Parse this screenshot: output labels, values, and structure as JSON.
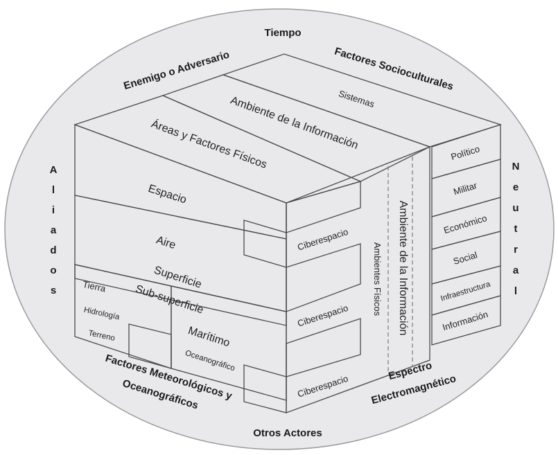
{
  "ring": {
    "top": "Tiempo",
    "bottom": "Otros Actores",
    "upper_left": "Enemigo o Adversario",
    "upper_right": "Factores Socioculturales",
    "lower_left_1": "Factores Meteorológicos y",
    "lower_left_2": "Oceanográficos",
    "lower_right_1": "Espectro",
    "lower_right_2": "Electromagnético",
    "left_vertical": [
      "A",
      "l",
      "i",
      "a",
      "d",
      "o",
      "s"
    ],
    "right_vertical": [
      "N",
      "e",
      "u",
      "t",
      "r",
      "a",
      "l"
    ]
  },
  "top_face": {
    "sistemas": "Sistemas",
    "ambiente_info": "Ambiente de la Información",
    "areas": "Áreas y Factores Físicos"
  },
  "front_face": {
    "espacio": "Espacio",
    "aire": "Aire",
    "superficie": "Superficie",
    "tierra": "Tierra",
    "sub_superficie": "Sub-superficie",
    "hidrologia": "Hidrología",
    "terreno": "Terreno",
    "maritimo": "Marítimo",
    "oceanografico": "Oceanográfico"
  },
  "side_face": {
    "ciberespacio": [
      "Ciberespacio",
      "Ciberespacio",
      "Ciberespacio"
    ],
    "ambientes_fisicos": "Ambientes Físicos",
    "ambiente_info_vertical": "Ambiente de la Información"
  },
  "systems": [
    "Político",
    "Militar",
    "Económico",
    "Social",
    "Infraestructura",
    "Información"
  ],
  "colors": {
    "ellipse_fill": "#e9e9ec",
    "ellipse_stroke": "#9a9aa0",
    "gray_face": "#d3d4da",
    "cyan_face": "#d3eff0",
    "green_face": "#d6e7d4",
    "blue_face": "#cbe3ea",
    "orange_face": "#f5dcbd",
    "politico": "#d4e6cf",
    "militar": "#f1c7b1",
    "economico": "#d4e6cf",
    "social": "#f3cde4",
    "infraestructura": "#e1d8ea",
    "informacion": "#f5dcbd"
  }
}
